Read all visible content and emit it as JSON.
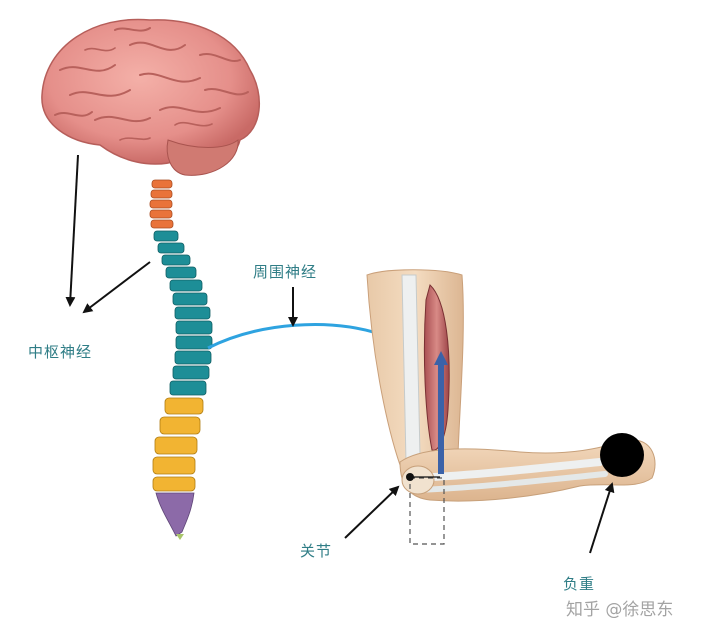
{
  "labels": {
    "central_nerve": "中枢神经",
    "peripheral_nerve": "周围神经",
    "joint": "关节",
    "load": "负重"
  },
  "watermark": "知乎 @徐思东",
  "colors": {
    "nerve": "#2ea3e0",
    "arrow": "#111111",
    "label_text": "#2f7d86",
    "force_arrow": "#3b62a8",
    "load_ball": "#000000",
    "brain": "#e58f8a",
    "spine_cervical": "#e9733a",
    "spine_thoracic": "#1d8e97",
    "spine_lumbar": "#f2b432",
    "spine_sacrum": "#8c6aa8"
  }
}
